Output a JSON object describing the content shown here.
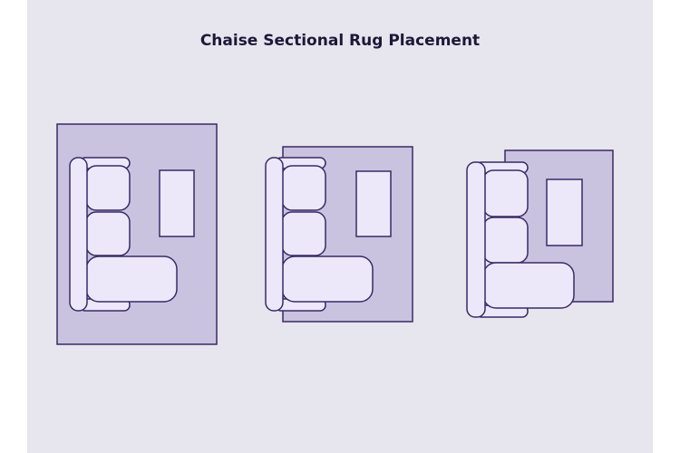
{
  "title": "Chaise Sectional Rug Placement",
  "colors": {
    "background": "#e7e5ed",
    "rug": "#c9c3e0",
    "furniture": "#ece8fa",
    "outline": "#3a2a66"
  },
  "arrangements": [
    {
      "rug_coverage": "full"
    },
    {
      "rug_coverage": "front legs"
    },
    {
      "rug_coverage": "partial"
    }
  ]
}
